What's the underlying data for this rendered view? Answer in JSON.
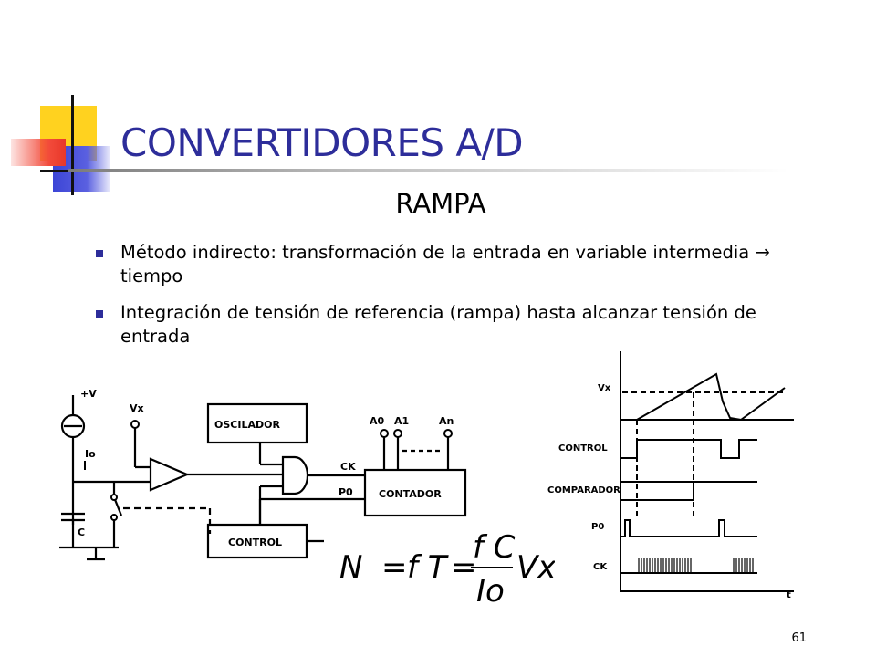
{
  "slide": {
    "title": "CONVERTIDORES A/D",
    "subtitle": "RAMPA",
    "bullets": [
      {
        "text": "Método indirecto: transformación de la entrada en variable intermedia → tiempo"
      },
      {
        "text": "Integración de tensión de referencia (rampa) hasta alcanzar tensión de entrada"
      }
    ],
    "page_number": "61"
  },
  "circuit": {
    "supply_label": "+V",
    "current_label": "Io",
    "input_label": "Vx",
    "capacitor_label": "C",
    "oscillator_label": "OSCILADOR",
    "control_label": "CONTROL",
    "counter_label": "CONTADOR",
    "ck_label": "CK",
    "po_label": "P0",
    "output_labels": [
      "A0",
      "A1",
      "An"
    ]
  },
  "timing": {
    "signals": [
      "Vx",
      "CONTROL",
      "COMPARADOR",
      "P0",
      "CK"
    ],
    "time_label": "t"
  },
  "formula": {
    "lhs": "N",
    "mid": "f T",
    "numerator": "f C",
    "denominator": "Io",
    "factor": "Vx"
  },
  "colors": {
    "title": "#2d2d9a",
    "bullet": "#2d2d9a",
    "deco_yellow": "#ffd21f",
    "deco_blue": "#3c45d6",
    "deco_red": "#f24a3a"
  }
}
